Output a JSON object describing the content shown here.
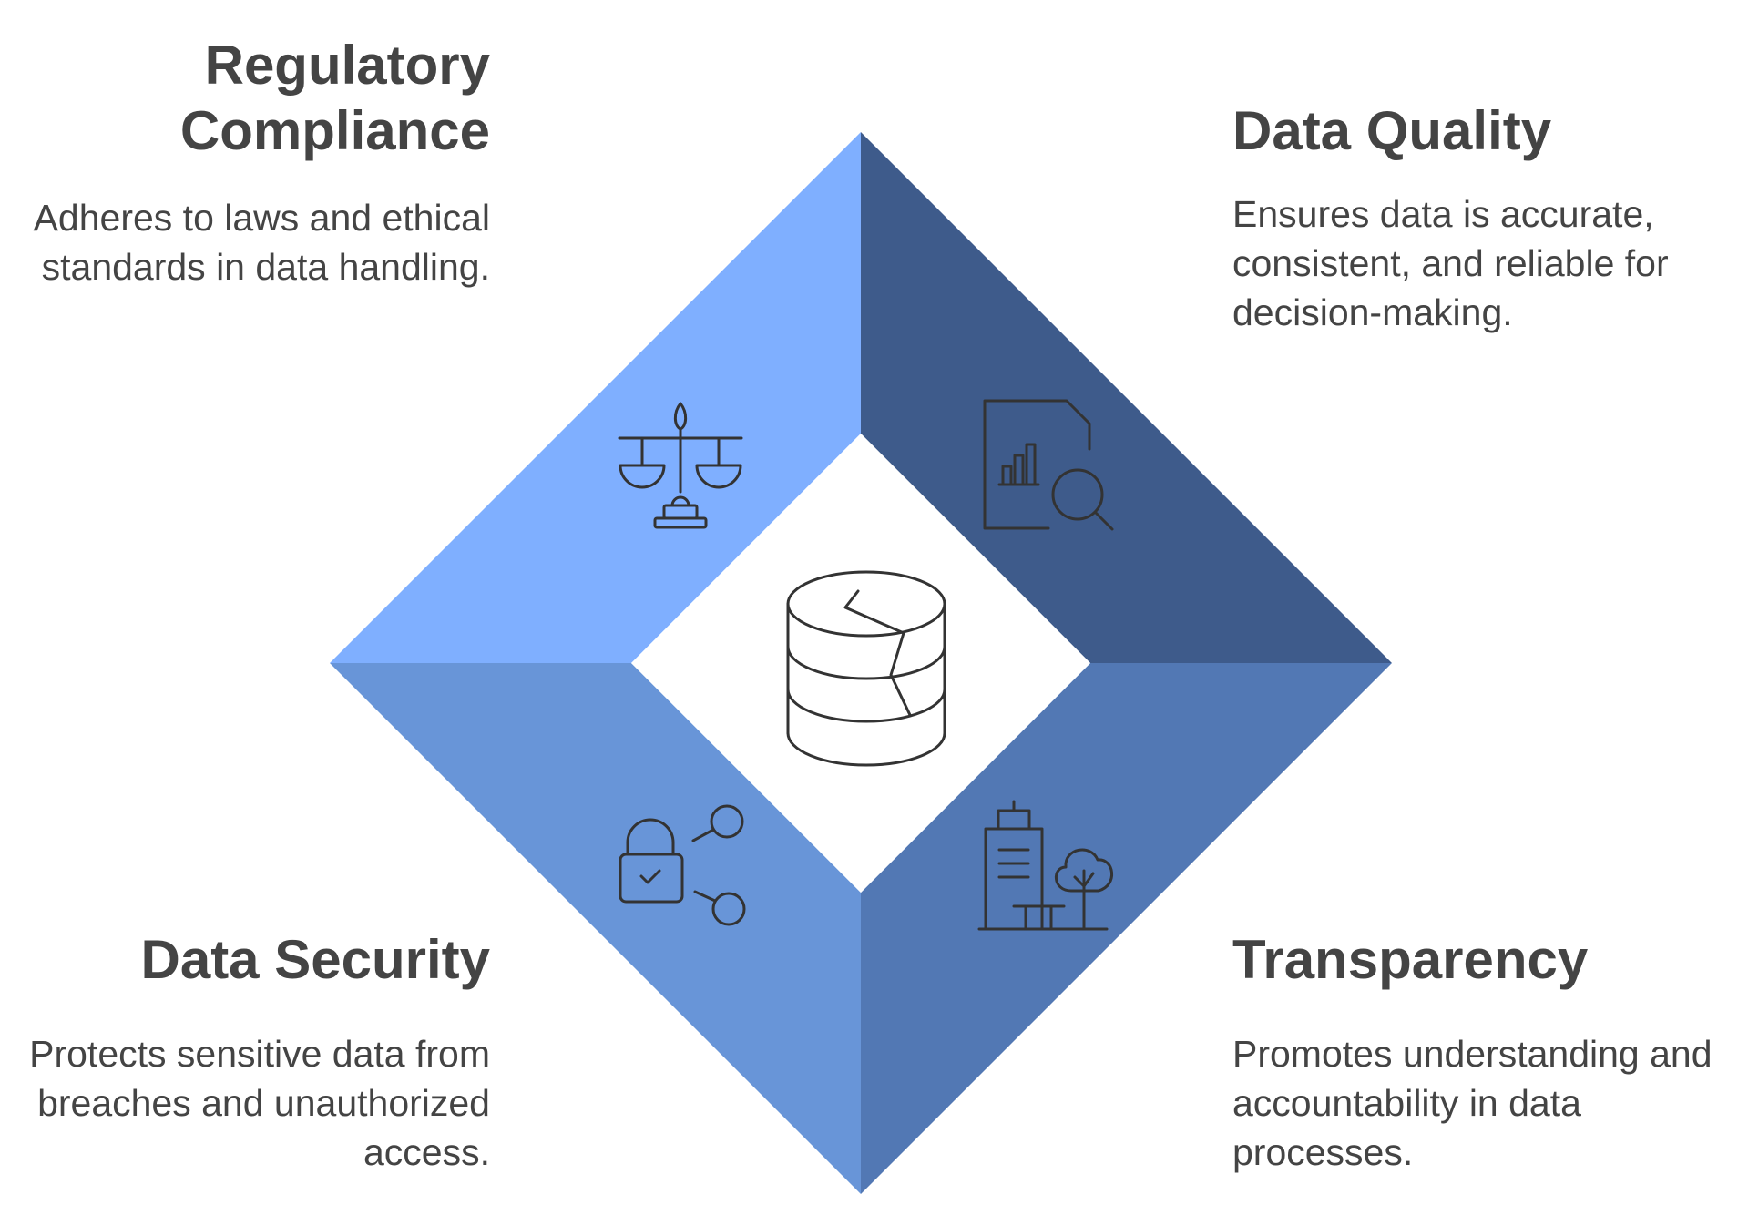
{
  "colors": {
    "regulatory": "#7FAFFF",
    "quality": "#3E5B8B",
    "security": "#6895D8",
    "transparency": "#5278B4",
    "icon_stroke": "#333333",
    "text": "#444444"
  },
  "sections": {
    "regulatory": {
      "title": "Regulatory Compliance",
      "desc": "Adheres to laws and ethical standards in data handling.",
      "icon": "scales-icon"
    },
    "quality": {
      "title": "Data Quality",
      "desc": "Ensures data is accurate, consistent, and reliable for decision-making.",
      "icon": "report-magnifier-icon"
    },
    "security": {
      "title": "Data Security",
      "desc": "Protects sensitive data from breaches and unauthorized access.",
      "icon": "lock-network-icon"
    },
    "transparency": {
      "title": "Transparency",
      "desc": "Promotes understanding and accountability in data processes.",
      "icon": "building-tree-icon"
    },
    "center": {
      "icon": "cracked-database-icon"
    }
  }
}
